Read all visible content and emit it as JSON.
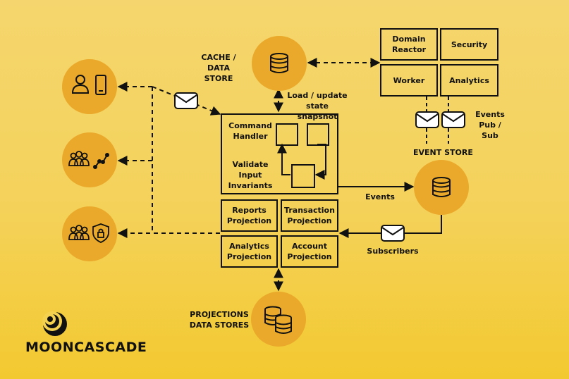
{
  "nodes": {
    "cache_store": "CACHE / DATA\nSTORE",
    "load_update": "Load / update\nstate snapshot",
    "command_handler": "Command\nHandler",
    "validate": "Validate\nInput\nInvariants",
    "events_label": "Events",
    "event_store": "EVENT STORE",
    "events_pubsub": "Events\nPub / Sub",
    "subscribers": "Subscribers",
    "projections_stores": "PROJECTIONS\nDATA STORES"
  },
  "services": {
    "domain_reactor": "Domain\nReactor",
    "security": "Security",
    "worker": "Worker",
    "analytics": "Analytics"
  },
  "projections": {
    "reports": "Reports\nProjection",
    "transaction": "Transaction\nProjection",
    "analytics": "Analytics\nProjection",
    "account": "Account\nProjection"
  },
  "logo": "MOONCASCADE",
  "colors": {
    "circle": "#eaa92a",
    "line": "#111111",
    "envelope": "#ffffff"
  },
  "icons": [
    "user-icon",
    "mobile-icon",
    "group-icon",
    "trend-icon",
    "shield-lock-icon",
    "database-icon",
    "envelope-icon",
    "moon-logo-icon"
  ]
}
